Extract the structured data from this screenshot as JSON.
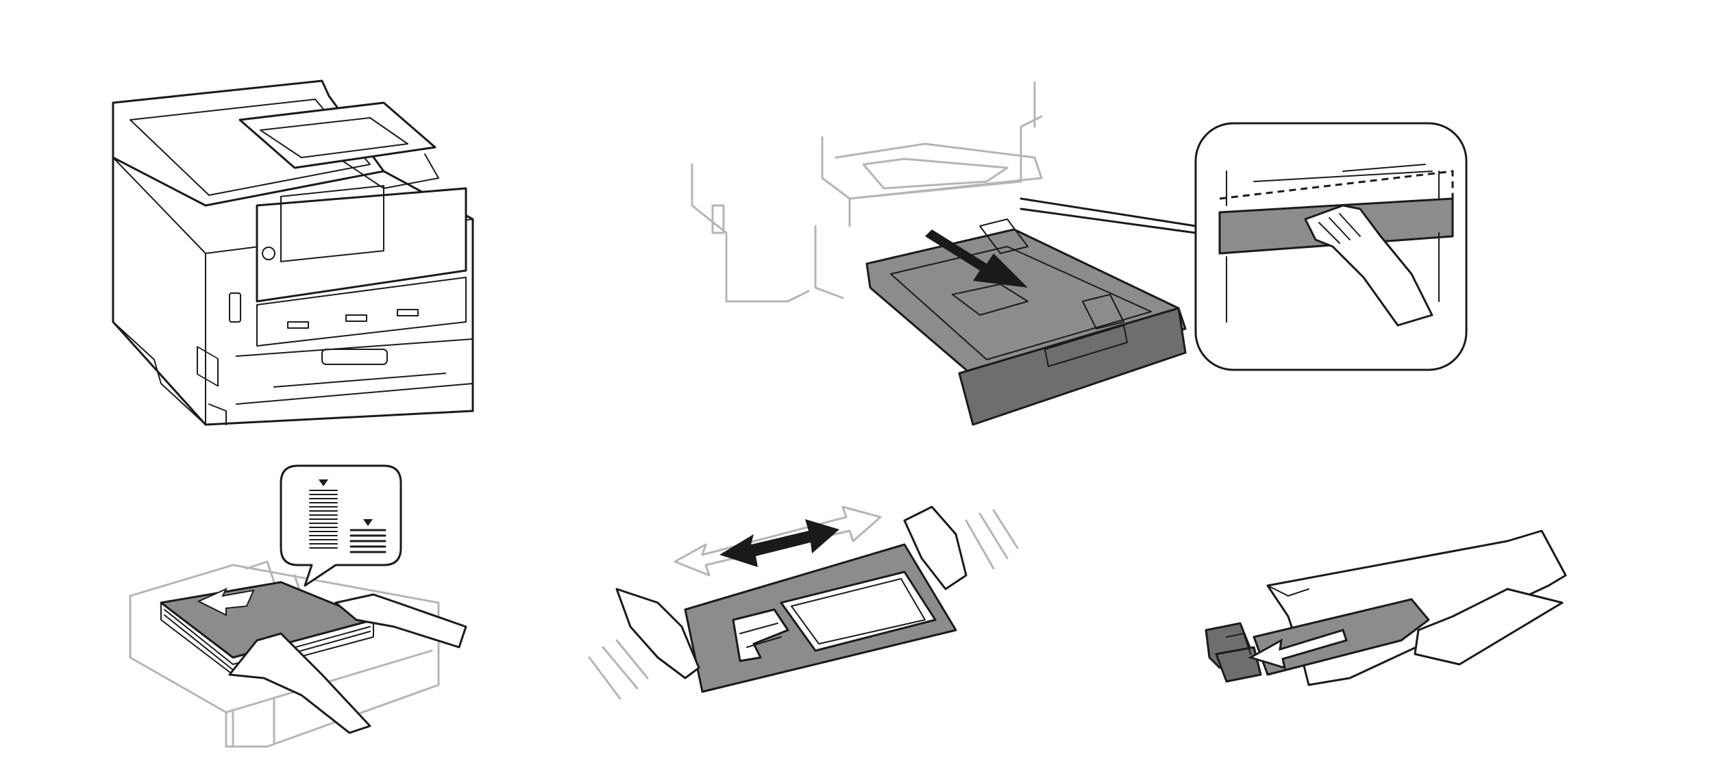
{
  "panels": [
    {
      "id": "printer",
      "icon": "printer-icon"
    },
    {
      "id": "remove-tray",
      "icon": "paper-cassette-icon"
    },
    {
      "id": "load-paper",
      "icon": "paper-stack-icon"
    },
    {
      "id": "shake-cartridge",
      "icon": "maintenance-box-icon"
    },
    {
      "id": "unpack-cartridge",
      "icon": "package-icon"
    }
  ],
  "colors": {
    "ink": "#1a1a1a",
    "tray_gray": "#8c8c8c",
    "ghost_gray": "#b5b5b5",
    "background": "#ffffff"
  }
}
